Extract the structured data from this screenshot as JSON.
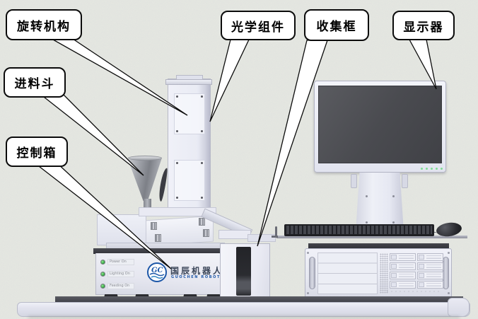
{
  "callouts": [
    {
      "id": "rotation-mechanism",
      "text": "旋转机构"
    },
    {
      "id": "feed-hopper",
      "text": "进料斗"
    },
    {
      "id": "control-box",
      "text": "控制箱"
    },
    {
      "id": "optical-assembly",
      "text": "光学组件"
    },
    {
      "id": "collection-box",
      "text": "收集框"
    },
    {
      "id": "monitor",
      "text": "显示器"
    }
  ],
  "control_panel": {
    "leds": [
      {
        "label": "Power On"
      },
      {
        "label": "Lighting On"
      },
      {
        "label": "Feeding On"
      }
    ],
    "led_color": "#2fa23e",
    "logo": {
      "monogram": "GC",
      "brand_cn": "国辰机器人",
      "brand_en": "GUOCHEN ROBOT",
      "brand_color": "#1d57a8"
    }
  },
  "colors": {
    "background": "#e5e7e2",
    "machine_body": "#e9ebf4",
    "screen": "#4a4b50",
    "dark_parts": "#2c2d31",
    "callout_border": "#0b0b0b",
    "monitor_indicator": "#7fdd95"
  }
}
